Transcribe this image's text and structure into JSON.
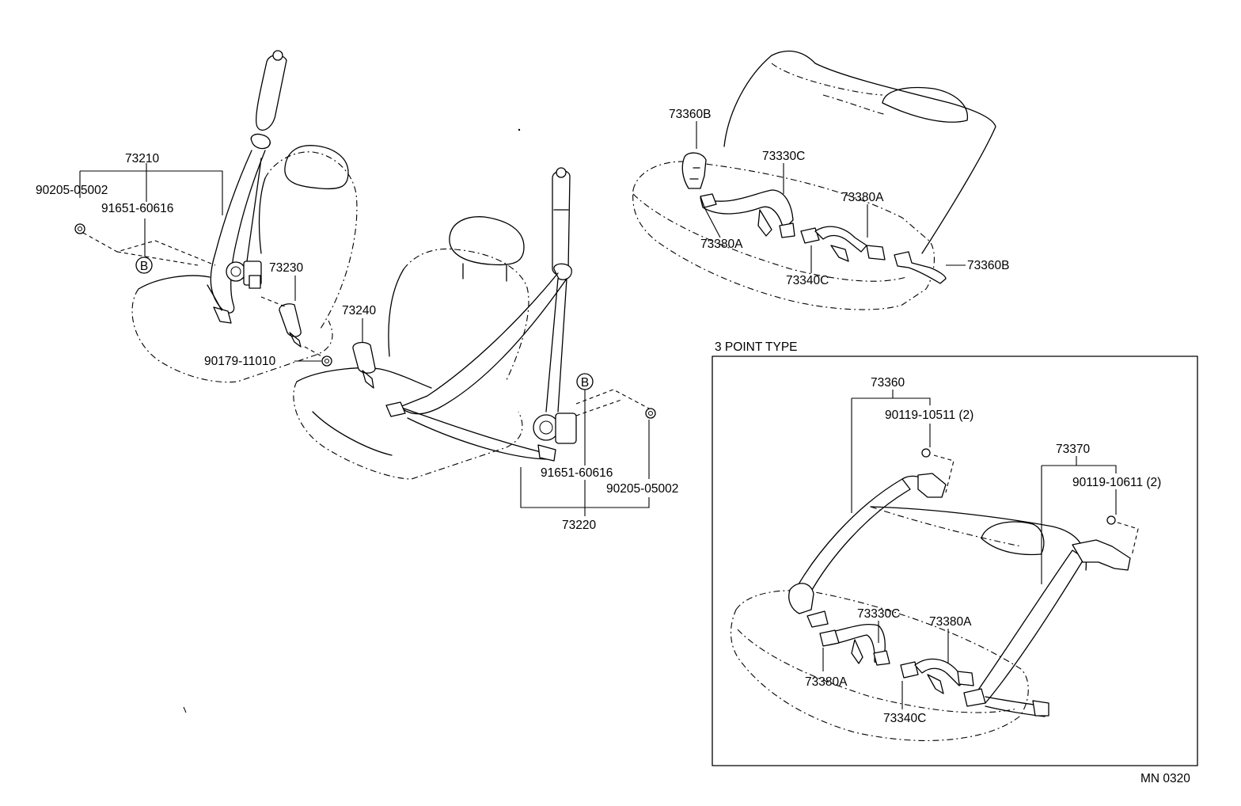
{
  "labels": {
    "front_left": {
      "p73210": "73210",
      "p90205": "90205-05002",
      "p91651": "91651-60616",
      "b": "B",
      "p73230": "73230",
      "p90179": "90179-11010"
    },
    "front_right": {
      "p73240": "73240",
      "b": "B",
      "p91651": "91651-60616",
      "p90205": "90205-05002",
      "p73220": "73220"
    },
    "rear_top": {
      "p73360b_left": "73360B",
      "p73330c": "73330C",
      "p73380a_right": "73380A",
      "p73380a_left": "73380A",
      "p73340c": "73340C",
      "p73360b_right": "73360B"
    },
    "inset": {
      "title": "3 POINT TYPE",
      "p73360": "73360",
      "p90119_left": "90119-10511 (2)",
      "p73370": "73370",
      "p90119_right": "90119-10611 (2)",
      "p73330c": "73330C",
      "p73380a_right": "73380A",
      "p73380a_left": "73380A",
      "p73340c": "73340C"
    },
    "footer_code": "MN 0320"
  }
}
